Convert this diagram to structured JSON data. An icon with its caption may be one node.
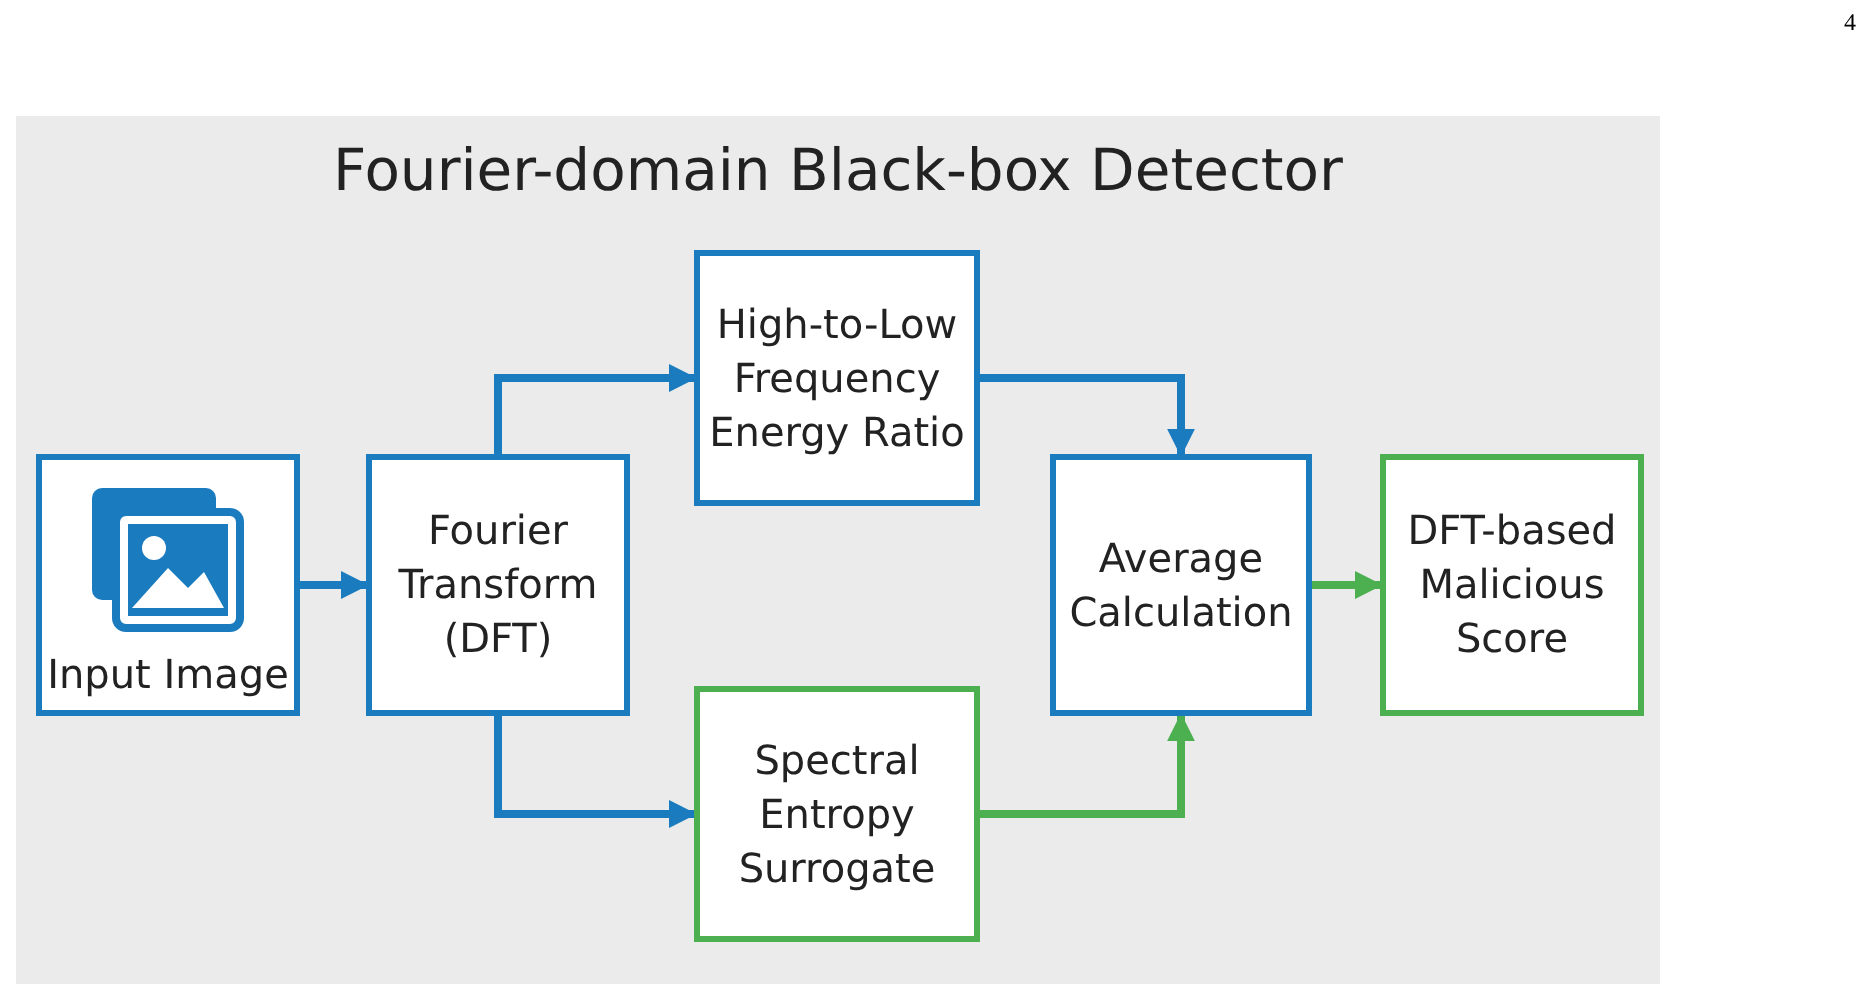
{
  "diagram": {
    "title": "Fourier-domain Black-box Detector",
    "nodes": [
      {
        "text": [
          "Input Image"
        ]
      },
      {
        "text": [
          "Fourier Transform (DFT)"
        ]
      },
      {
        "text": [
          "High-to-Low Frequency Energy Ratio"
        ]
      },
      {
        "text": [
          "Spectral Entropy Surrogate"
        ]
      },
      {
        "text": [
          "Average Calculation"
        ]
      },
      {
        "text": [
          "DFT-based Malicious Score"
        ]
      }
    ],
    "edges": [
      {
        "from": 0,
        "to": 1,
        "arrow": "to"
      },
      {
        "from": 1,
        "to": 2,
        "arrow": "to"
      },
      {
        "from": 1,
        "to": 3,
        "arrow": "to"
      },
      {
        "from": 2,
        "to": 4,
        "arrow": "to"
      },
      {
        "from": 3,
        "to": 4,
        "arrow": "to",
        "color": "#4caf50"
      },
      {
        "from": 4,
        "to": 5,
        "arrow": "to",
        "color": "#4caf50"
      }
    ],
    "labels": [
      "4"
    ]
  }
}
